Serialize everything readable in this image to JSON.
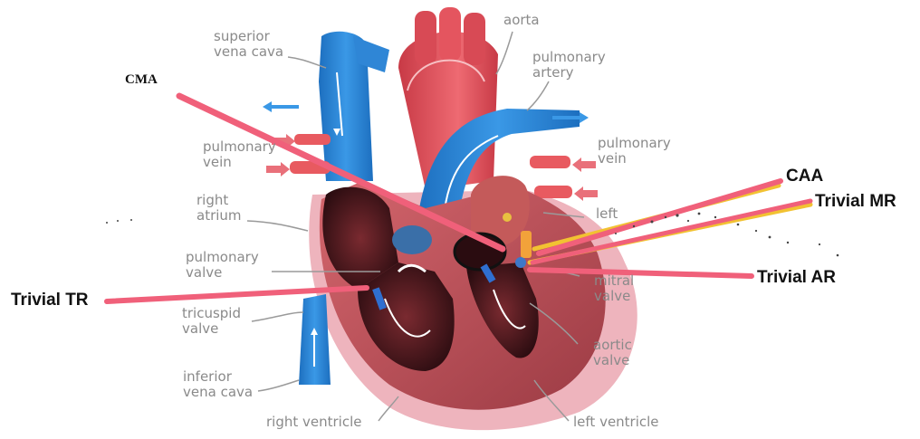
{
  "labels": {
    "superior_vena_cava": "superior\nvena cava",
    "aorta": "aorta",
    "pulmonary_artery": "pulmonary\nartery",
    "pulmonary_vein_left": "pulmonary\nvein",
    "pulmonary_vein_right": "pulmonary\nvein",
    "right_atrium": "right\natrium",
    "left_atrium": "left",
    "pulmonary_valve": "pulmonary\nvalve",
    "mitral_valve": "mitral\nvalve",
    "tricuspid_valve": "tricuspid\nvalve",
    "aortic_valve": "aortic\nvalve",
    "inferior_vena_cava": "inferior\nvena cava",
    "right_ventricle": "right ventricle",
    "left_ventricle": "left ventricle"
  },
  "annotations": {
    "cma": "CMA",
    "caa": "CAA",
    "trivial_mr": "Trivial MR",
    "trivial_ar": "Trivial AR",
    "trivial_tr": "Trivial TR"
  },
  "colors": {
    "vein_blue": "#2f86d6",
    "artery_red": "#e04a55",
    "heart_muscle": "#c4525a",
    "pericardium": "#eeb4bd",
    "annotation_pink": "#f0607a",
    "annotation_yellow": "#f2c232",
    "label_gray": "#8a8a8a"
  }
}
